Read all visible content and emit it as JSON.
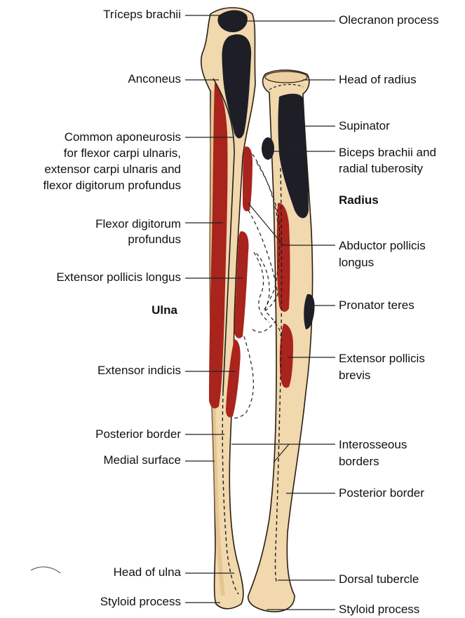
{
  "diagram": {
    "colors": {
      "bone": "#f1d8ad",
      "bone_shade": "#d9b27a",
      "outline": "#2a1d12",
      "muscle_red": "#a8241c",
      "muscle_dark": "#1e1e26",
      "leader": "#222222"
    },
    "bone_labels": {
      "ulna": "Ulna",
      "radius": "Radius"
    },
    "left_labels": [
      {
        "id": "triceps",
        "text": "Tríceps brachii"
      },
      {
        "id": "anconeus",
        "text": "Anconeus"
      },
      {
        "id": "common-aponeurosis",
        "text": "Common aponeurosis\nfor flexor carpi ulnaris,\nextensor carpi ulnaris and\nflexor digitorum profundus"
      },
      {
        "id": "fdp",
        "text": "Flexor digitorum\nprofundus"
      },
      {
        "id": "epl",
        "text": "Extensor pollicis longus"
      },
      {
        "id": "extensor-indicis",
        "text": "Extensor indicis"
      },
      {
        "id": "posterior-border-left",
        "text": "Posterior border"
      },
      {
        "id": "medial-surface",
        "text": "Medial surface"
      },
      {
        "id": "head-of-ulna",
        "text": "Head of ulna"
      },
      {
        "id": "styloid-left",
        "text": "Styloid process"
      }
    ],
    "right_labels": [
      {
        "id": "olecranon",
        "text": "Olecranon process"
      },
      {
        "id": "head-of-radius",
        "text": "Head of radius"
      },
      {
        "id": "supinator",
        "text": "Supinator"
      },
      {
        "id": "biceps",
        "text": "Biceps brachii and\nradial tuberosity"
      },
      {
        "id": "apl",
        "text": "Abductor pollicis\nlongus"
      },
      {
        "id": "pronator-teres",
        "text": "Pronator teres"
      },
      {
        "id": "epb",
        "text": "Extensor pollicis\nbrevis"
      },
      {
        "id": "interosseous",
        "text": "Interosseous\nborders"
      },
      {
        "id": "posterior-border-right",
        "text": "Posterior border"
      },
      {
        "id": "dorsal-tubercle",
        "text": "Dorsal tubercle"
      },
      {
        "id": "styloid-right",
        "text": "Styloid process"
      }
    ]
  }
}
